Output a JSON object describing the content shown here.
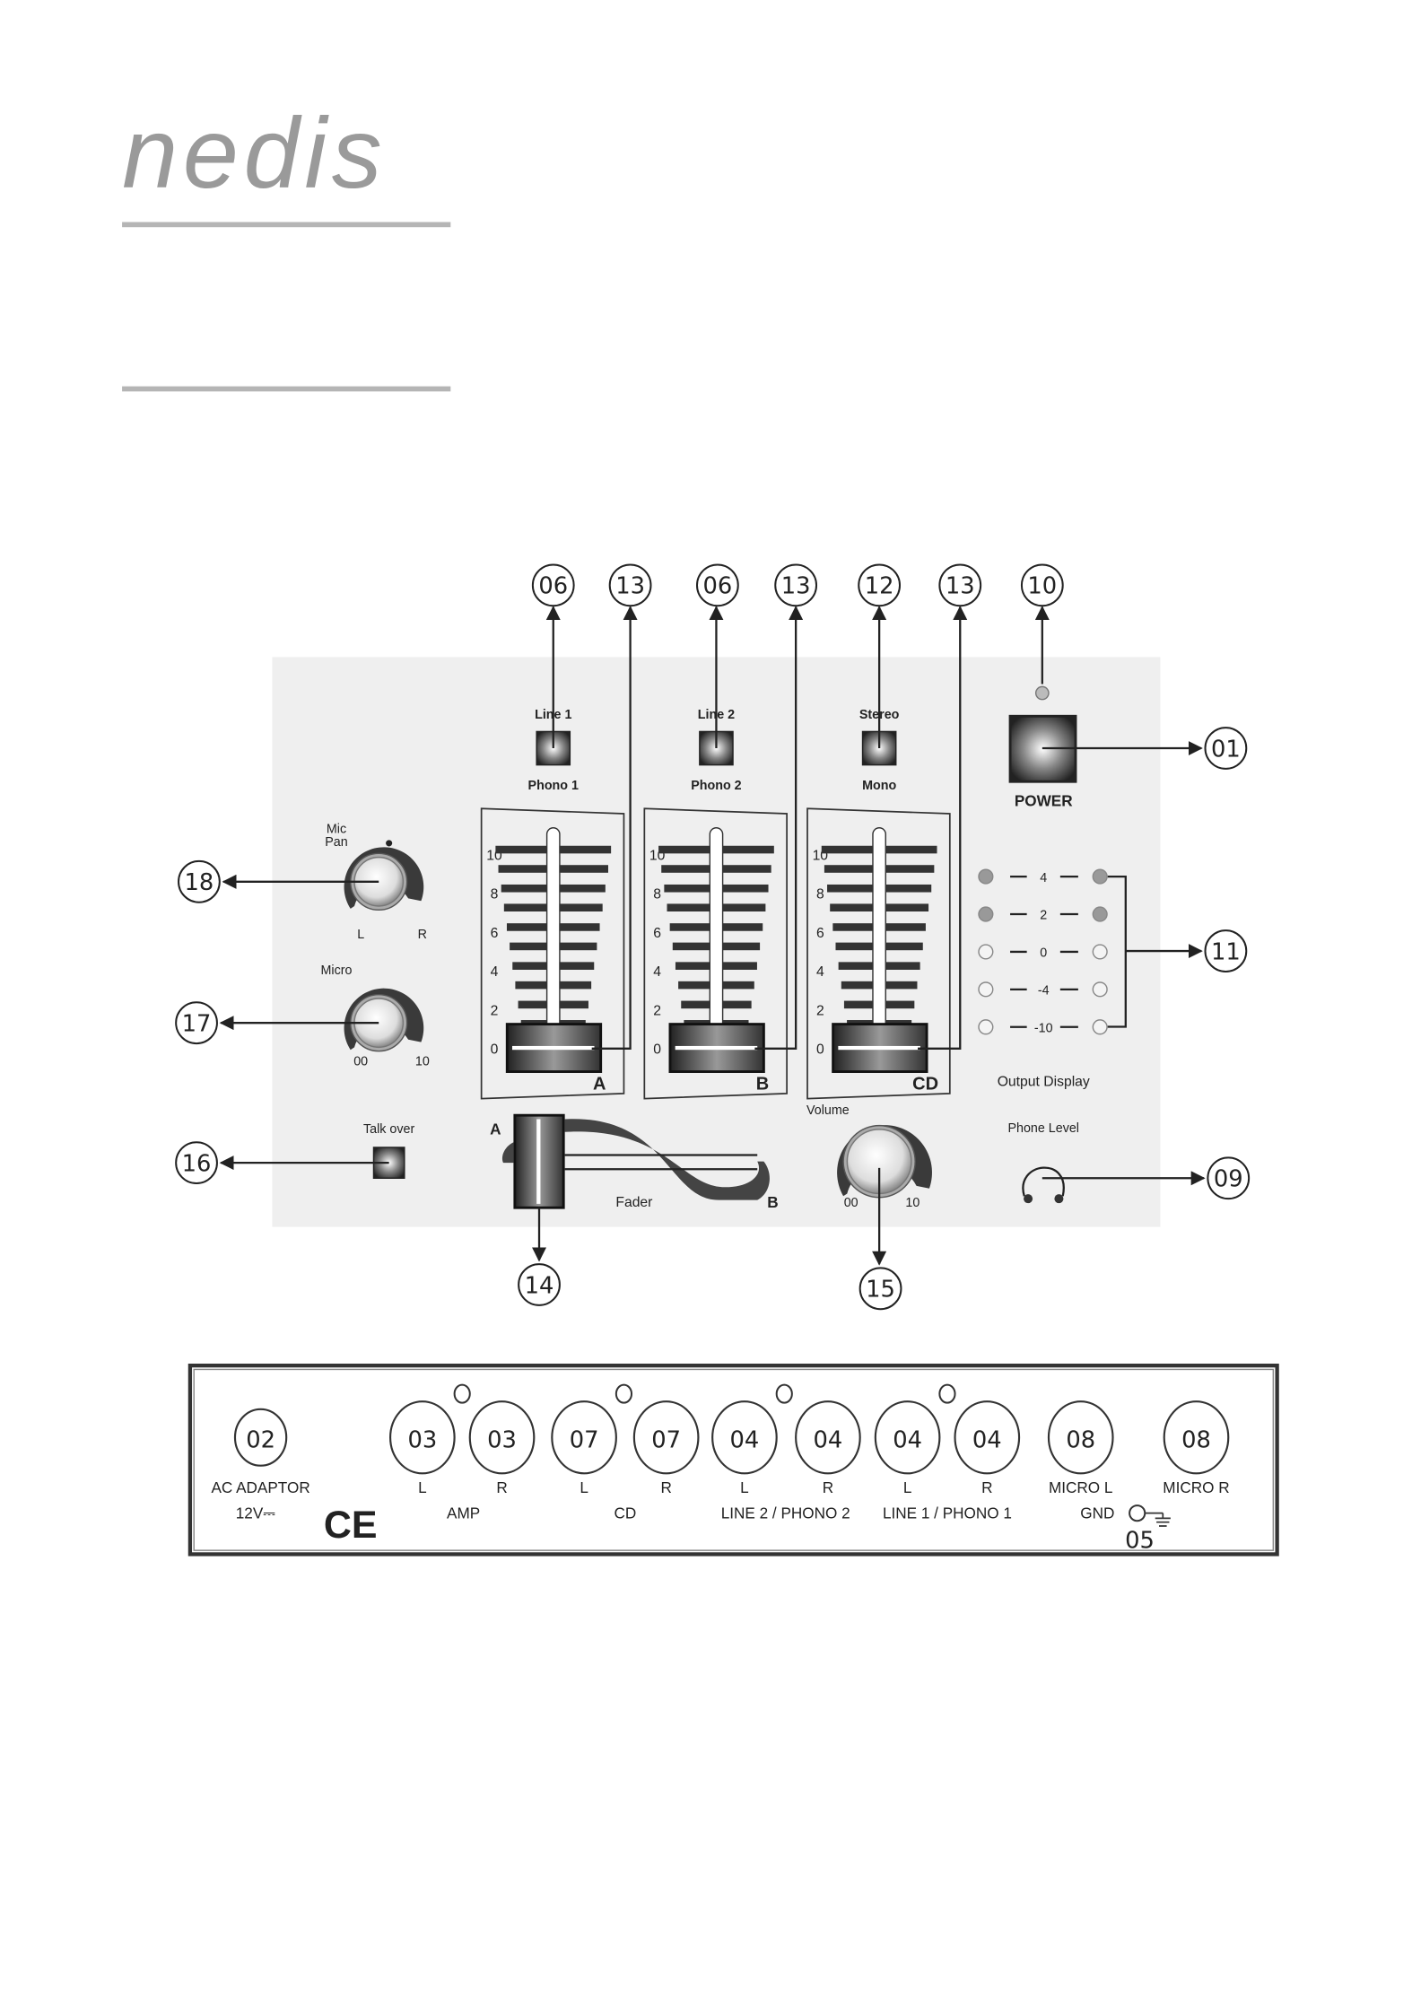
{
  "logo": {
    "text": "nedis"
  },
  "colors": {
    "panel": "#efefef",
    "ink": "#222222",
    "logo": "#9a9a9a"
  },
  "front_panel": {
    "callouts_top": [
      "06",
      "13",
      "06",
      "13",
      "12",
      "13",
      "10"
    ],
    "switches": [
      {
        "top": "Line 1",
        "bottom": "Phono 1"
      },
      {
        "top": "Line 2",
        "bottom": "Phono 2"
      },
      {
        "top": "Stereo",
        "bottom": "Mono"
      }
    ],
    "faders": [
      {
        "label": "A"
      },
      {
        "label": "B"
      },
      {
        "label": "CD"
      }
    ],
    "scale": [
      "10",
      "8",
      "6",
      "4",
      "2",
      "0"
    ],
    "power": {
      "label": "POWER",
      "callout": "01",
      "led_callout": "10"
    },
    "output_display": {
      "title": "Output Display",
      "levels": [
        "4",
        "2",
        "0",
        "-4",
        "-10"
      ],
      "lit_rows": 2,
      "callout": "11"
    },
    "mic_pan": {
      "label_line1": "Mic",
      "label_line2": "Pan",
      "left": "L",
      "right": "R",
      "callout": "18"
    },
    "micro": {
      "label": "Micro",
      "min": "00",
      "max": "10",
      "callout": "17"
    },
    "talk_over": {
      "label": "Talk over",
      "callout": "16"
    },
    "crossfader": {
      "a": "A",
      "b": "B",
      "label": "Fader",
      "callout": "14"
    },
    "volume": {
      "label": "Volume",
      "min": "00",
      "max": "10",
      "callout": "15"
    },
    "phone_level": {
      "label": "Phone Level",
      "callout": "09"
    }
  },
  "rear_panel": {
    "jacks": [
      {
        "num": "02",
        "label": "AC ADAPTOR"
      },
      {
        "num": "03",
        "label": "L"
      },
      {
        "num": "03",
        "label": "R"
      },
      {
        "num": "07",
        "label": "L"
      },
      {
        "num": "07",
        "label": "R"
      },
      {
        "num": "04",
        "label": "L"
      },
      {
        "num": "04",
        "label": "R"
      },
      {
        "num": "04",
        "label": "L"
      },
      {
        "num": "04",
        "label": "R"
      },
      {
        "num": "08",
        "label": "MICRO L"
      },
      {
        "num": "08",
        "label": "MICRO R"
      }
    ],
    "groups": [
      "12V⎓",
      "AMP",
      "CD",
      "LINE 2 / PHONO 2",
      "LINE 1 / PHONO 1",
      "GND"
    ],
    "ground_callout": "05",
    "ce_mark": "CE"
  }
}
